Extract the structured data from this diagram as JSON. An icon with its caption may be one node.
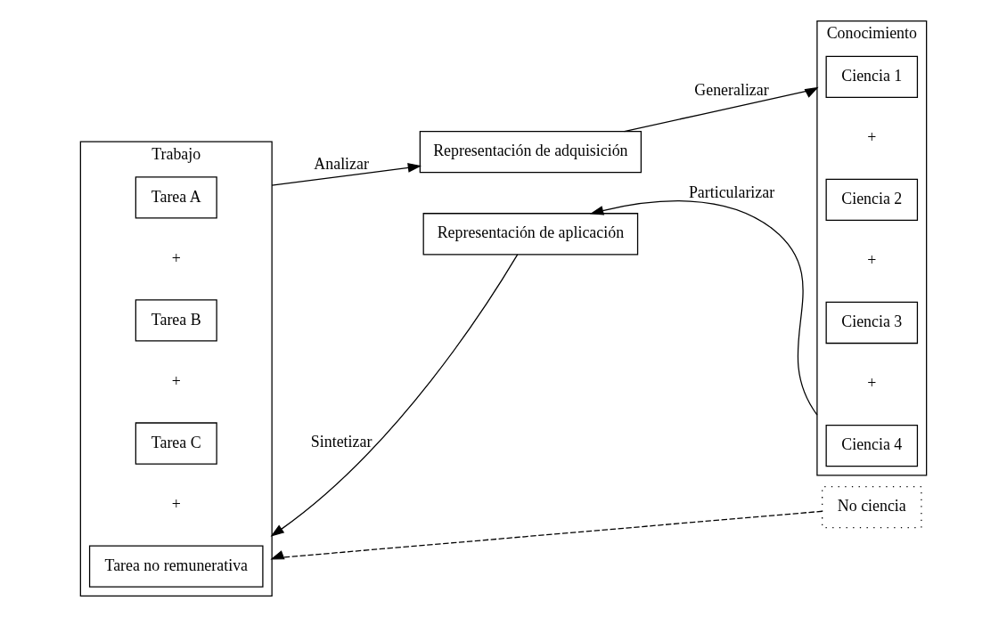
{
  "diagram": {
    "nodes": [
      {
        "text": [
          "Trabajo"
        ]
      },
      {
        "text": [
          "Tarea A"
        ],
        "in": 0
      },
      {
        "text": [
          "Tarea B"
        ],
        "in": 0
      },
      {
        "text": [
          "Tarea C"
        ],
        "in": 0
      },
      {
        "text": [
          "Tarea no remunerativa"
        ],
        "in": 0
      },
      {
        "text": [
          "Representación de adquisición"
        ]
      },
      {
        "text": [
          "Representación de aplicación"
        ]
      },
      {
        "text": [
          "Conocimiento"
        ]
      },
      {
        "text": [
          "Ciencia 1"
        ],
        "in": 7
      },
      {
        "text": [
          "Ciencia 2"
        ],
        "in": 7
      },
      {
        "text": [
          "Ciencia 3"
        ],
        "in": 7
      },
      {
        "text": [
          "Ciencia 4"
        ],
        "in": 7
      },
      {
        "text": [
          "No ciencia"
        ]
      }
    ],
    "edges": [
      {
        "from": 0,
        "to": 5,
        "arrow": "to",
        "label": "Analizar"
      },
      {
        "from": 5,
        "to": 7,
        "arrow": "to",
        "label": "Generalizar"
      },
      {
        "from": 7,
        "to": 6,
        "arrow": "to",
        "label": "Particularizar"
      },
      {
        "from": 6,
        "to": 0,
        "arrow": "to",
        "label": "Sintetizar"
      },
      {
        "from": 12,
        "to": 0,
        "arrow": "to",
        "style": "dashed"
      }
    ],
    "labels": [
      "+",
      "+",
      "+",
      "+",
      "+",
      "+"
    ]
  }
}
